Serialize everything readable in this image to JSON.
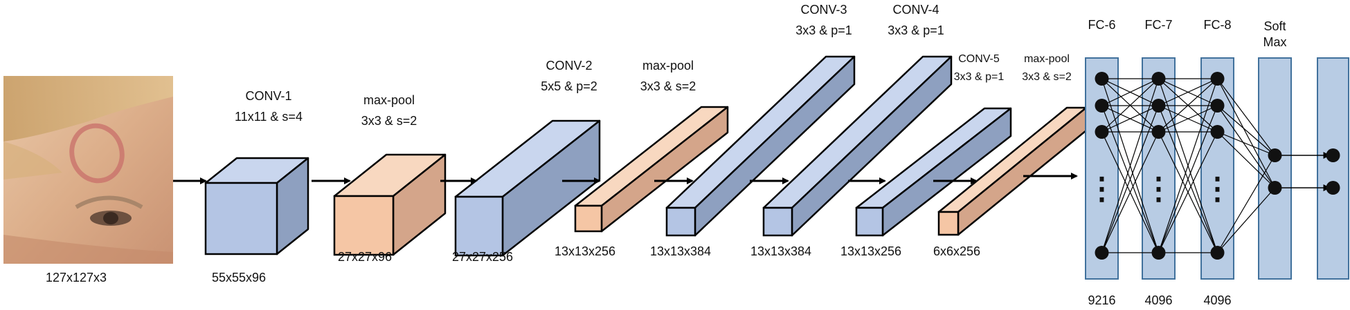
{
  "input": {
    "label": "127x127x3",
    "image_description_name": "child-forehead-photo"
  },
  "colors": {
    "conv_front": "#b4c5e4",
    "conv_top": "#c9d6ee",
    "conv_side": "#8ea0c0",
    "pool_front": "#f5c6a5",
    "pool_top": "#f8d8c0",
    "pool_side": "#d4a58a",
    "fc_fill": "#b8cce4",
    "fc_stroke": "#41719c",
    "outline": "#000000"
  },
  "layers": [
    {
      "id": "conv1",
      "kind": "conv",
      "title": "CONV-1",
      "params": "11x11 & s=4",
      "dims": "55x55x96"
    },
    {
      "id": "pool1",
      "kind": "pool",
      "title": "max-pool",
      "params": "3x3 & s=2",
      "dims": "27x27x96"
    },
    {
      "id": "conv2",
      "kind": "conv",
      "title": "CONV-2",
      "params": "5x5 & p=2",
      "dims": "27x27x256"
    },
    {
      "id": "pool2",
      "kind": "pool",
      "title": "max-pool",
      "params": "3x3 & s=2",
      "dims": "13x13x256"
    },
    {
      "id": "conv3",
      "kind": "conv",
      "title": "CONV-3",
      "params": "3x3 & p=1",
      "dims": "13x13x384"
    },
    {
      "id": "conv4",
      "kind": "conv",
      "title": "CONV-4",
      "params": "3x3 & p=1",
      "dims": "13x13x384"
    },
    {
      "id": "conv5",
      "kind": "conv",
      "title": "CONV-5",
      "params": "3x3 & p=1",
      "dims": "13x13x256"
    },
    {
      "id": "pool3",
      "kind": "pool",
      "title": "max-pool",
      "params": "3x3 & s=2",
      "dims": "6x6x256"
    }
  ],
  "fc_layers": [
    {
      "id": "fc6",
      "title": "FC-6",
      "size": "9216"
    },
    {
      "id": "fc7",
      "title": "FC-7",
      "size": "4096"
    },
    {
      "id": "fc8",
      "title": "FC-8",
      "size": "4096"
    },
    {
      "id": "softmax",
      "title": "Soft\nMax",
      "size": ""
    }
  ],
  "ellipsis": "⋮"
}
